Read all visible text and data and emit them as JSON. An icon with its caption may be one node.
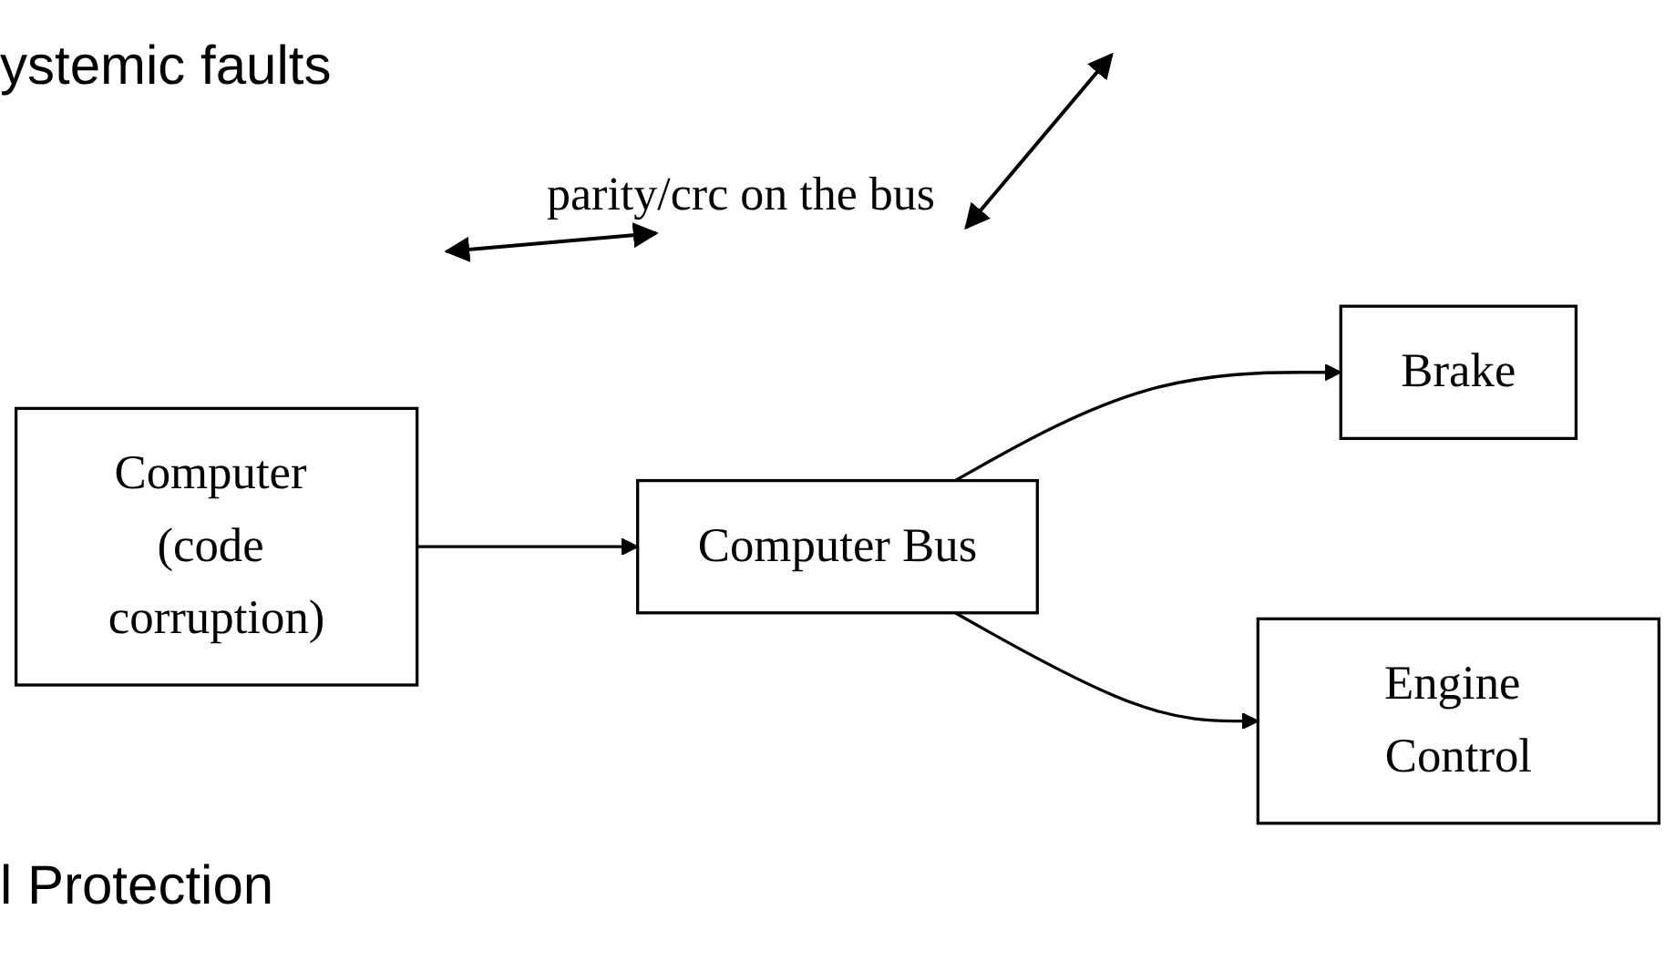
{
  "diagram": {
    "nodes": [
      {
        "text": [
          "Computer (code corruption)"
        ]
      },
      {
        "text": [
          "Computer Bus"
        ]
      },
      {
        "text": [
          "Brake"
        ]
      },
      {
        "text": [
          "Engine Control"
        ]
      }
    ],
    "edges": [
      {
        "from": 0,
        "to": 1,
        "arrow": "to"
      },
      {
        "from": 1,
        "to": 2,
        "arrow": "to"
      },
      {
        "from": 1,
        "to": 3,
        "arrow": "to"
      }
    ],
    "labels": [
      "ystemic faults",
      "parity/crc on the bus",
      "l Protection"
    ]
  }
}
